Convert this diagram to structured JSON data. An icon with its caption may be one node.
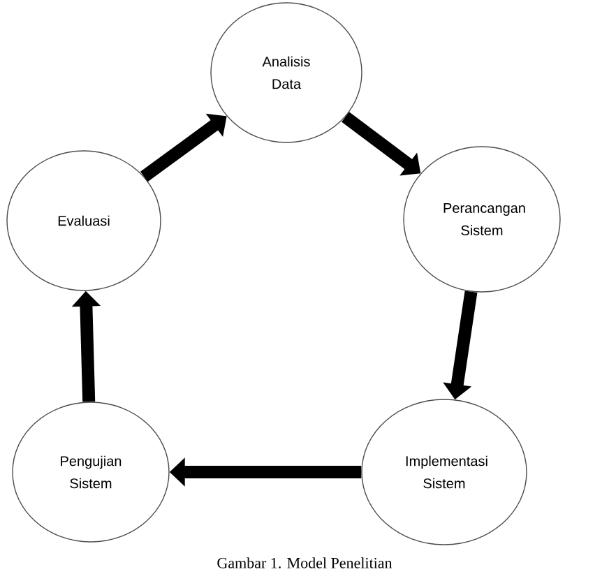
{
  "diagram": {
    "caption": "Gambar 1. Model Penelitian",
    "nodes": [
      {
        "text": [
          "Analisis Data"
        ]
      },
      {
        "text": [
          "Perancangan Sistem"
        ]
      },
      {
        "text": [
          "Implementasi Sistem"
        ]
      },
      {
        "text": [
          "Pengujian Sistem"
        ]
      },
      {
        "text": [
          "Evaluasi"
        ]
      }
    ],
    "edges": [
      {
        "from": 0,
        "to": 1,
        "arrow": "to"
      },
      {
        "from": 1,
        "to": 2,
        "arrow": "to"
      },
      {
        "from": 2,
        "to": 3,
        "arrow": "to"
      },
      {
        "from": 3,
        "to": 4,
        "arrow": "to"
      },
      {
        "from": 4,
        "to": 0,
        "arrow": "to"
      }
    ]
  }
}
